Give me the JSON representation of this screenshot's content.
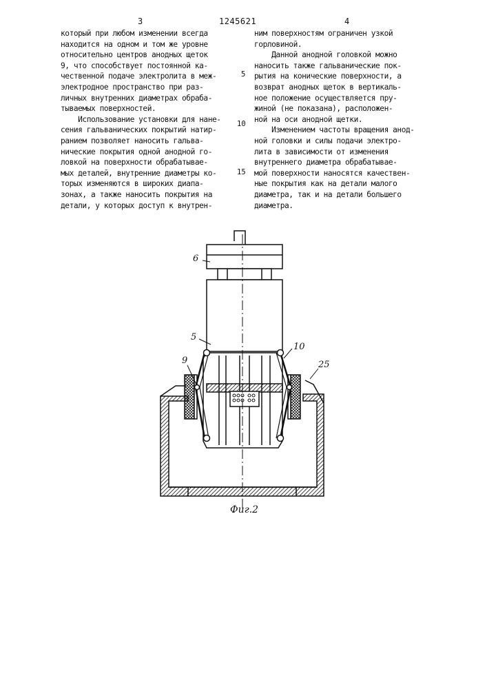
{
  "header": {
    "left_page": "3",
    "patent_number": "1245621",
    "right_page": "4"
  },
  "left_column": [
    "который при любом изменении всегда",
    "находится на одном и том же уровне",
    "относительно центров анодных щеток",
    "9, что способствует постоянной ка-",
    "чественной подаче электролита в меж-",
    "электродное пространство при раз-",
    "личных внутренних диаметрах обраба-",
    "тываемых поверхностей.",
    "    Использование установки для нане-",
    "сения гальванических покрытий натир-",
    "ранием позволяет наносить гальва-",
    "нические покрытия одной анодной го-",
    "ловкой на поверхности обрабатывае-",
    "мых деталей, внутренние диаметры ко-",
    "торых изменяются в широких диапа-",
    "зонах, а также наносить покрытия на",
    "детали, у которых доступ к внутрен-"
  ],
  "right_column": [
    "ним поверхностям ограничен узкой",
    "горловиной.",
    "    Данной анодной головкой можно",
    "наносить также гальванические пок-",
    "рытия на конические поверхности, а",
    "возврат анодных щеток в вертикаль-",
    "ное положение осуществляется пру-",
    "жиной (не показана), расположен-",
    "ной на оси анодной щетки.",
    "    Изменением частоты вращения анод-",
    "ной головки и силы подачи электро-",
    "лита в зависимости от изменения",
    "внутреннего диаметра обрабатывае-",
    "мой поверхности наносятся качествен-",
    "ные покрытия как на детали малого",
    "диаметра, так и на детали большего",
    "диаметра."
  ],
  "line_numbers": [
    "5",
    "10",
    "15"
  ],
  "figure": {
    "caption": "Фиг.2",
    "callouts": {
      "c6": "6",
      "c5": "5",
      "c9": "9",
      "c10": "10",
      "c25": "25"
    }
  }
}
